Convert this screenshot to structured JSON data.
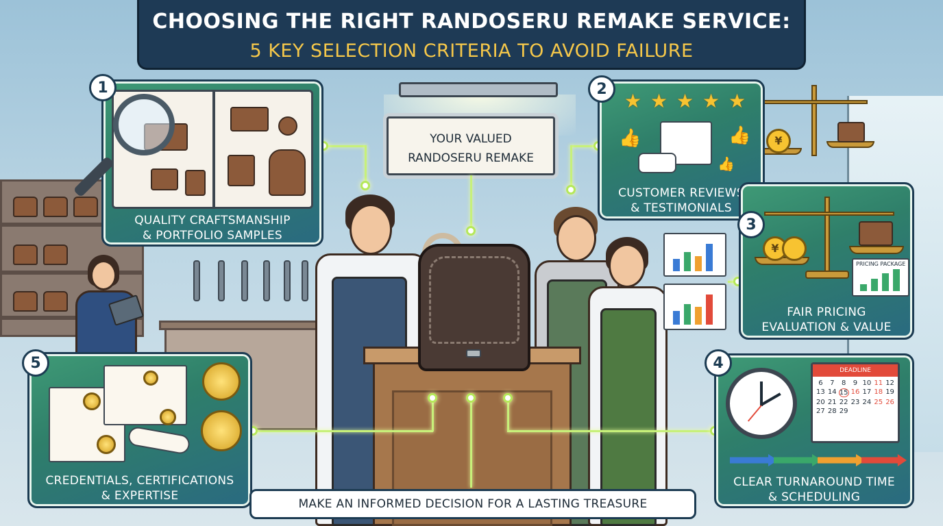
{
  "title": {
    "main": "CHOOSING THE RIGHT RANDOSERU REMAKE SERVICE:",
    "sub": "5 KEY SELECTION CRITERIA TO AVOID FAILURE"
  },
  "sign": {
    "line1": "YOUR VALUED",
    "line2": "RANDOSERU REMAKE"
  },
  "criteria": [
    {
      "number": "1",
      "line1": "QUALITY CRAFTSMANSHIP",
      "line2": "& PORTFOLIO SAMPLES"
    },
    {
      "number": "2",
      "line1": "CUSTOMER REVIEWS",
      "line2": "& TESTIMONIALS"
    },
    {
      "number": "3",
      "line1": "FAIR PRICING",
      "line2": "EVALUATION & VALUE",
      "inset_label": "PRICING PACKAGE",
      "currency": "¥"
    },
    {
      "number": "4",
      "line1": "CLEAR TURNAROUND TIME",
      "line2": "& SCHEDULING",
      "calendar_title": "DEADLINE"
    },
    {
      "number": "5",
      "line1": "CREDENTIALS, CERTIFICATIONS",
      "line2": "& EXPERTISE"
    }
  ],
  "calendar_days": [
    "6",
    "7",
    "8",
    "9",
    "10",
    "11",
    "12",
    "13",
    "14",
    "15",
    "16",
    "17",
    "18",
    "19",
    "20",
    "21",
    "22",
    "23",
    "24",
    "25",
    "26",
    "27",
    "28",
    "29"
  ],
  "banner": "MAKE AN INFORMED DECISION FOR A LASTING TREASURE",
  "colors": {
    "title_bg": "#1e3a55",
    "title_accent": "#f6c84a",
    "panel_green": "#3f9a76",
    "connector": "#c7f07a"
  },
  "icons": [
    "magnifier-icon",
    "star-icon",
    "thumbs-up-icon",
    "scale-icon",
    "coin-icon",
    "clock-icon",
    "calendar-icon",
    "medal-icon",
    "certificate-icon"
  ]
}
